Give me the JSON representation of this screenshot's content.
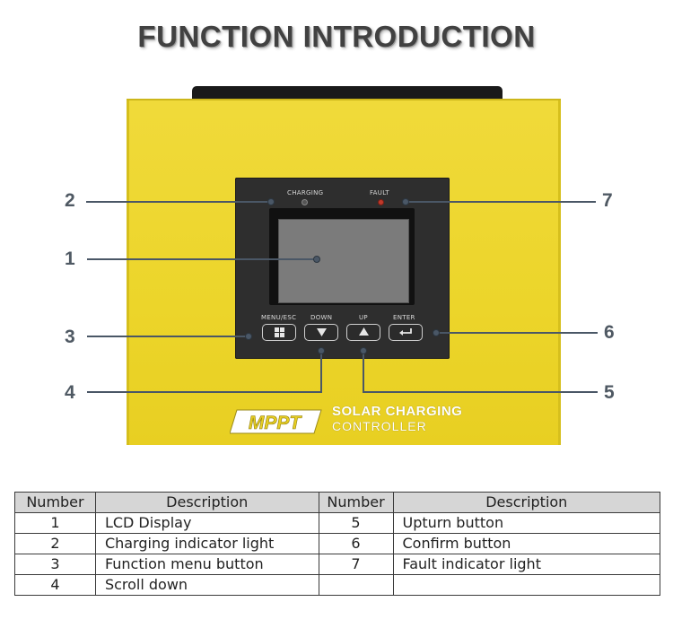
{
  "title": "FUNCTION INTRODUCTION",
  "device": {
    "indicators": {
      "charging_label": "CHARGING",
      "fault_label": "FAULT"
    },
    "buttons": [
      {
        "label": "MENU/ESC",
        "icon": "grid-icon"
      },
      {
        "label": "DOWN",
        "icon": "triangle-down-icon"
      },
      {
        "label": "UP",
        "icon": "triangle-up-icon"
      },
      {
        "label": "ENTER",
        "icon": "return-arrow-icon"
      }
    ],
    "brand": {
      "logo_text": "MPPT",
      "line1": "SOLAR CHARGING",
      "line2": "CONTROLLER"
    },
    "colors": {
      "body": "#ecd52a",
      "panel": "#2e2e2e",
      "screen": "#7b7b7b",
      "callout": "#4a5766",
      "fault_led": "#c0392b"
    }
  },
  "callouts": [
    "1",
    "2",
    "3",
    "4",
    "5",
    "6",
    "7"
  ],
  "table": {
    "headers": [
      "Number",
      "Description",
      "Number",
      "Description"
    ],
    "rows": [
      [
        "1",
        "LCD Display",
        "5",
        "Upturn button"
      ],
      [
        "2",
        "Charging indicator light",
        "6",
        "Confirm button"
      ],
      [
        "3",
        "Function menu button",
        "7",
        "Fault indicator light"
      ],
      [
        "4",
        "Scroll down",
        "",
        ""
      ]
    ]
  }
}
